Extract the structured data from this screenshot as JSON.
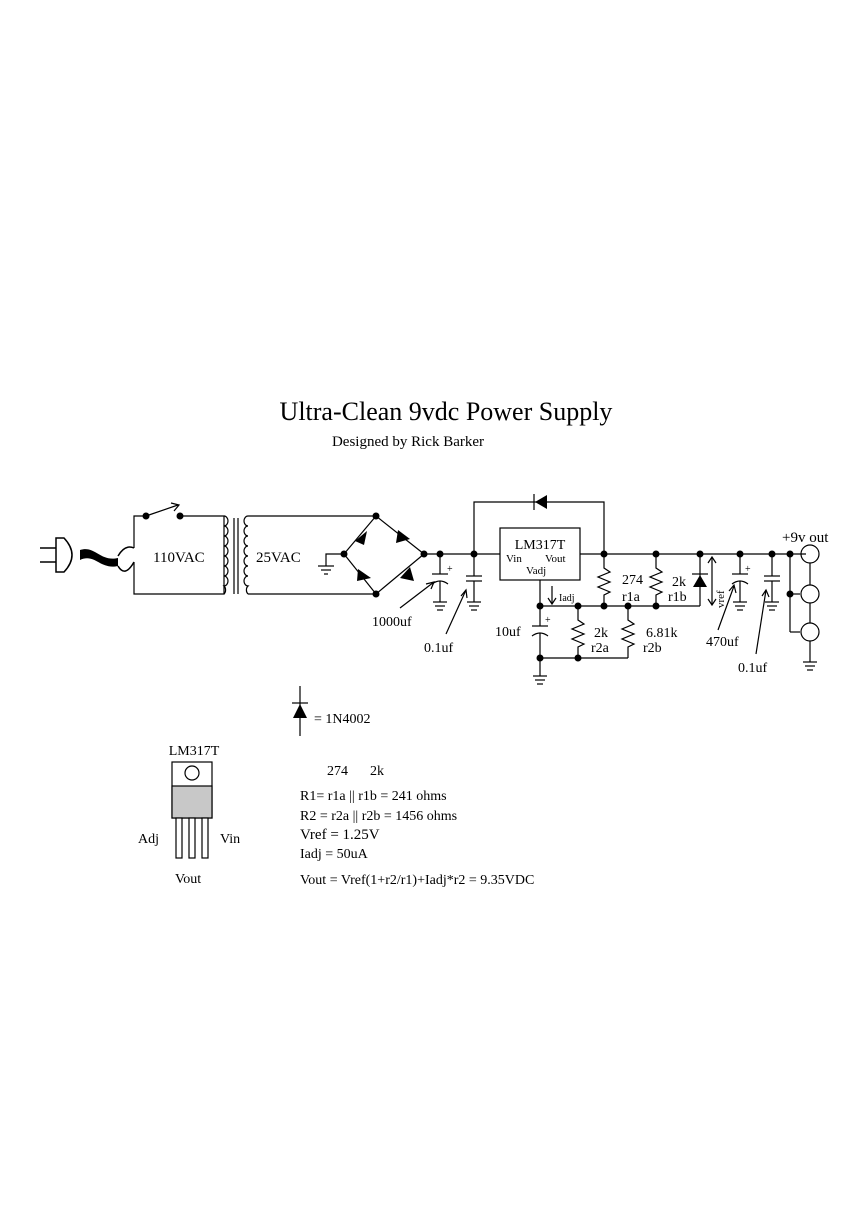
{
  "title": "Ultra-Clean 9vdc Power Supply",
  "subtitle": "Designed by Rick Barker",
  "labels": {
    "ac_in": "110VAC",
    "ac_secondary": "25VAC",
    "cap_bulk": "1000uf",
    "cap_in_bypass": "0.1uf",
    "regulator_name": "LM317T",
    "regulator_vin": "Vin",
    "regulator_vout": "Vout",
    "regulator_vadj": "Vadj",
    "iadj": "Iadj",
    "cap_adj": "10uf",
    "r1a_value": "274",
    "r1a_name": "r1a",
    "r1b_value": "2k",
    "r1b_name": "r1b",
    "r2a_value": "2k",
    "r2a_name": "r2a",
    "r2b_value": "6.81k",
    "r2b_name": "r2b",
    "vref": "vref",
    "cap_out": "470uf",
    "cap_out_bypass": "0.1uf",
    "output": "+9v out",
    "plus": "+"
  },
  "legend": {
    "diode": "= 1N4002"
  },
  "package": {
    "name": "LM317T",
    "pin_left": "Adj",
    "pin_right": "Vin",
    "pin_bottom": "Vout"
  },
  "equations": {
    "header_a": "274",
    "header_b": "2k",
    "r1": "R1= r1a || r1b = 241 ohms",
    "r2": "R2 = r2a || r2b = 1456 ohms",
    "vref": "Vref = 1.25V",
    "iadj": "Iadj = 50uA",
    "vout": "Vout = Vref(1+r2/r1)+Iadj*r2 = 9.35VDC"
  },
  "colors": {
    "ink": "#000000",
    "package_tab": "#c8c8c8",
    "background": "#ffffff"
  }
}
